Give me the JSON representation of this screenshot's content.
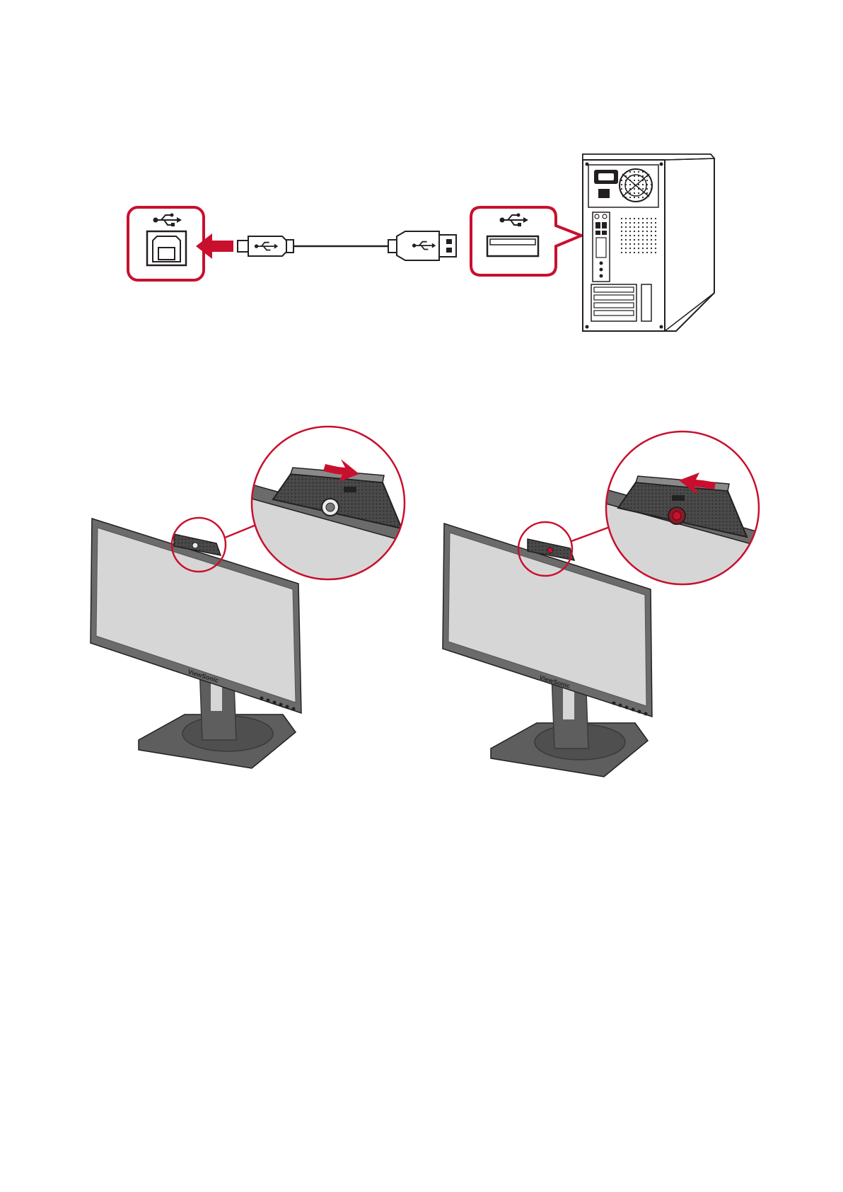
{
  "colors": {
    "accent": "#c8102e",
    "line": "#231f20",
    "screen": "#d6d6d6",
    "bezel": "#6b6b6b",
    "stand": "#5e5e5e",
    "case": "#ffffff"
  },
  "icons": {
    "usb_symbol": "usb-icon",
    "direction_arrow": "arrow-icon"
  },
  "connection_diagram": {
    "monitor_port": "USB Type-B",
    "computer_port": "USB Type-A"
  },
  "privacy_shutter": {
    "left": {
      "state": "open",
      "arrow_direction": "right"
    },
    "right": {
      "state": "closed",
      "arrow_direction": "left"
    }
  },
  "brand": {
    "logo_text": "ViewSonic"
  }
}
